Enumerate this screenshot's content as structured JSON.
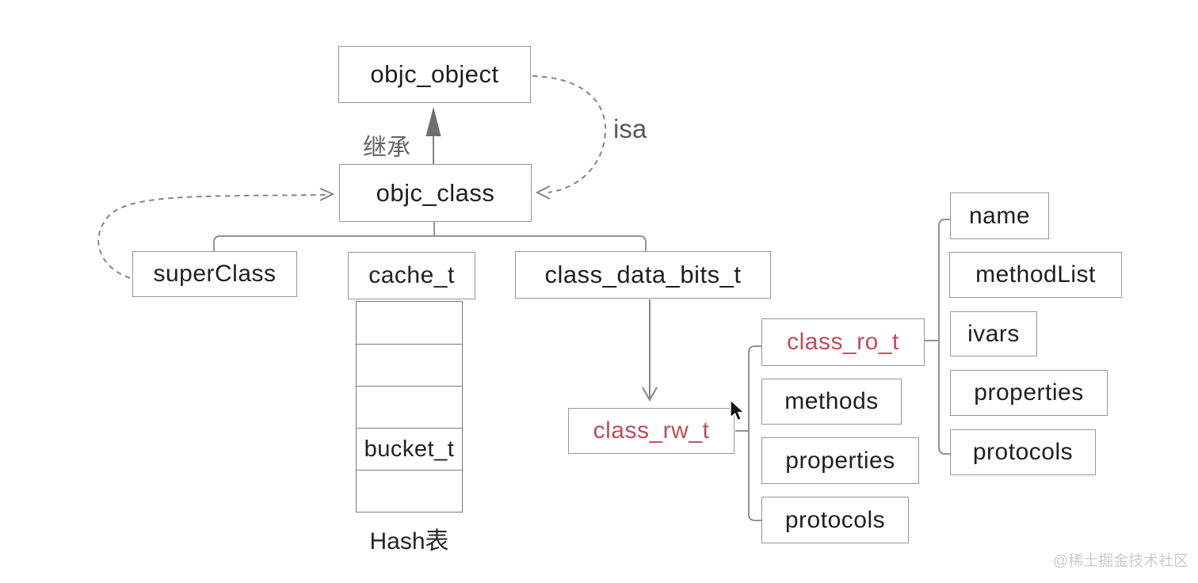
{
  "diagram": {
    "boxes": {
      "objc_object": "objc_object",
      "objc_class": "objc_class",
      "superclass": "superClass",
      "cache_t": "cache_t",
      "class_data_bits_t": "class_data_bits_t",
      "class_rw_t": "class_rw_t",
      "class_ro_t": "class_ro_t",
      "methods": "methods",
      "properties_mid": "properties",
      "protocols_mid": "protocols",
      "name": "name",
      "method_list": "methodList",
      "ivars": "ivars",
      "properties_right": "properties",
      "protocols_right": "protocols"
    },
    "labels": {
      "inherit": "继承",
      "isa": "isa",
      "hash_table": "Hash表"
    },
    "cache_table": {
      "rows": [
        "",
        "",
        "",
        "bucket_t",
        ""
      ]
    },
    "colors": {
      "red_text": "#c14c58",
      "box_border": "#979797",
      "line": "#858585",
      "text": "#1f1f1f",
      "muted": "#666666",
      "watermark": "#cbcbcb"
    },
    "watermark": "@稀土掘金技术社区"
  }
}
